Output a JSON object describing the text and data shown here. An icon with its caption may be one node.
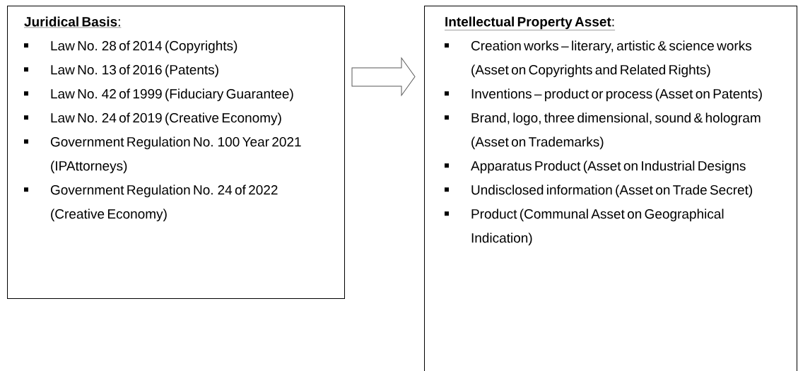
{
  "diagram": {
    "nodes": [
      {
        "text": [
          "**Juridical Basis**:",
          "Law No. 28 of 2014 (Copyrights)",
          "Law No. 13 of 2016 (Patents)",
          "Law No. 42 of 1999 (Fiduciary Guarantee)",
          "Law No. 24 of 2019 (Creative Economy)",
          "Government Regulation No. 100 Year 2021 (IPAttorneys)",
          "Government Regulation No. 24 of 2022 (Creative Economy)"
        ]
      },
      {
        "text": [
          "**Intellectual Property Asset**:",
          "Creation works – literary, artistic & science works (Asset on Copyrights and Related Rights)",
          "Inventions – product or process  (Asset on Patents)",
          "Brand, logo, three dimensional, sound & hologram (Asset on Trademarks)",
          "Apparatus Product (Asset on Industrial Designs",
          "Undisclosed information (Asset on Trade Secret)",
          "Product (Communal Asset on Geographical Indication)"
        ]
      }
    ],
    "edges": [
      {
        "from": 0,
        "to": 1,
        "arrow": "to"
      }
    ]
  }
}
